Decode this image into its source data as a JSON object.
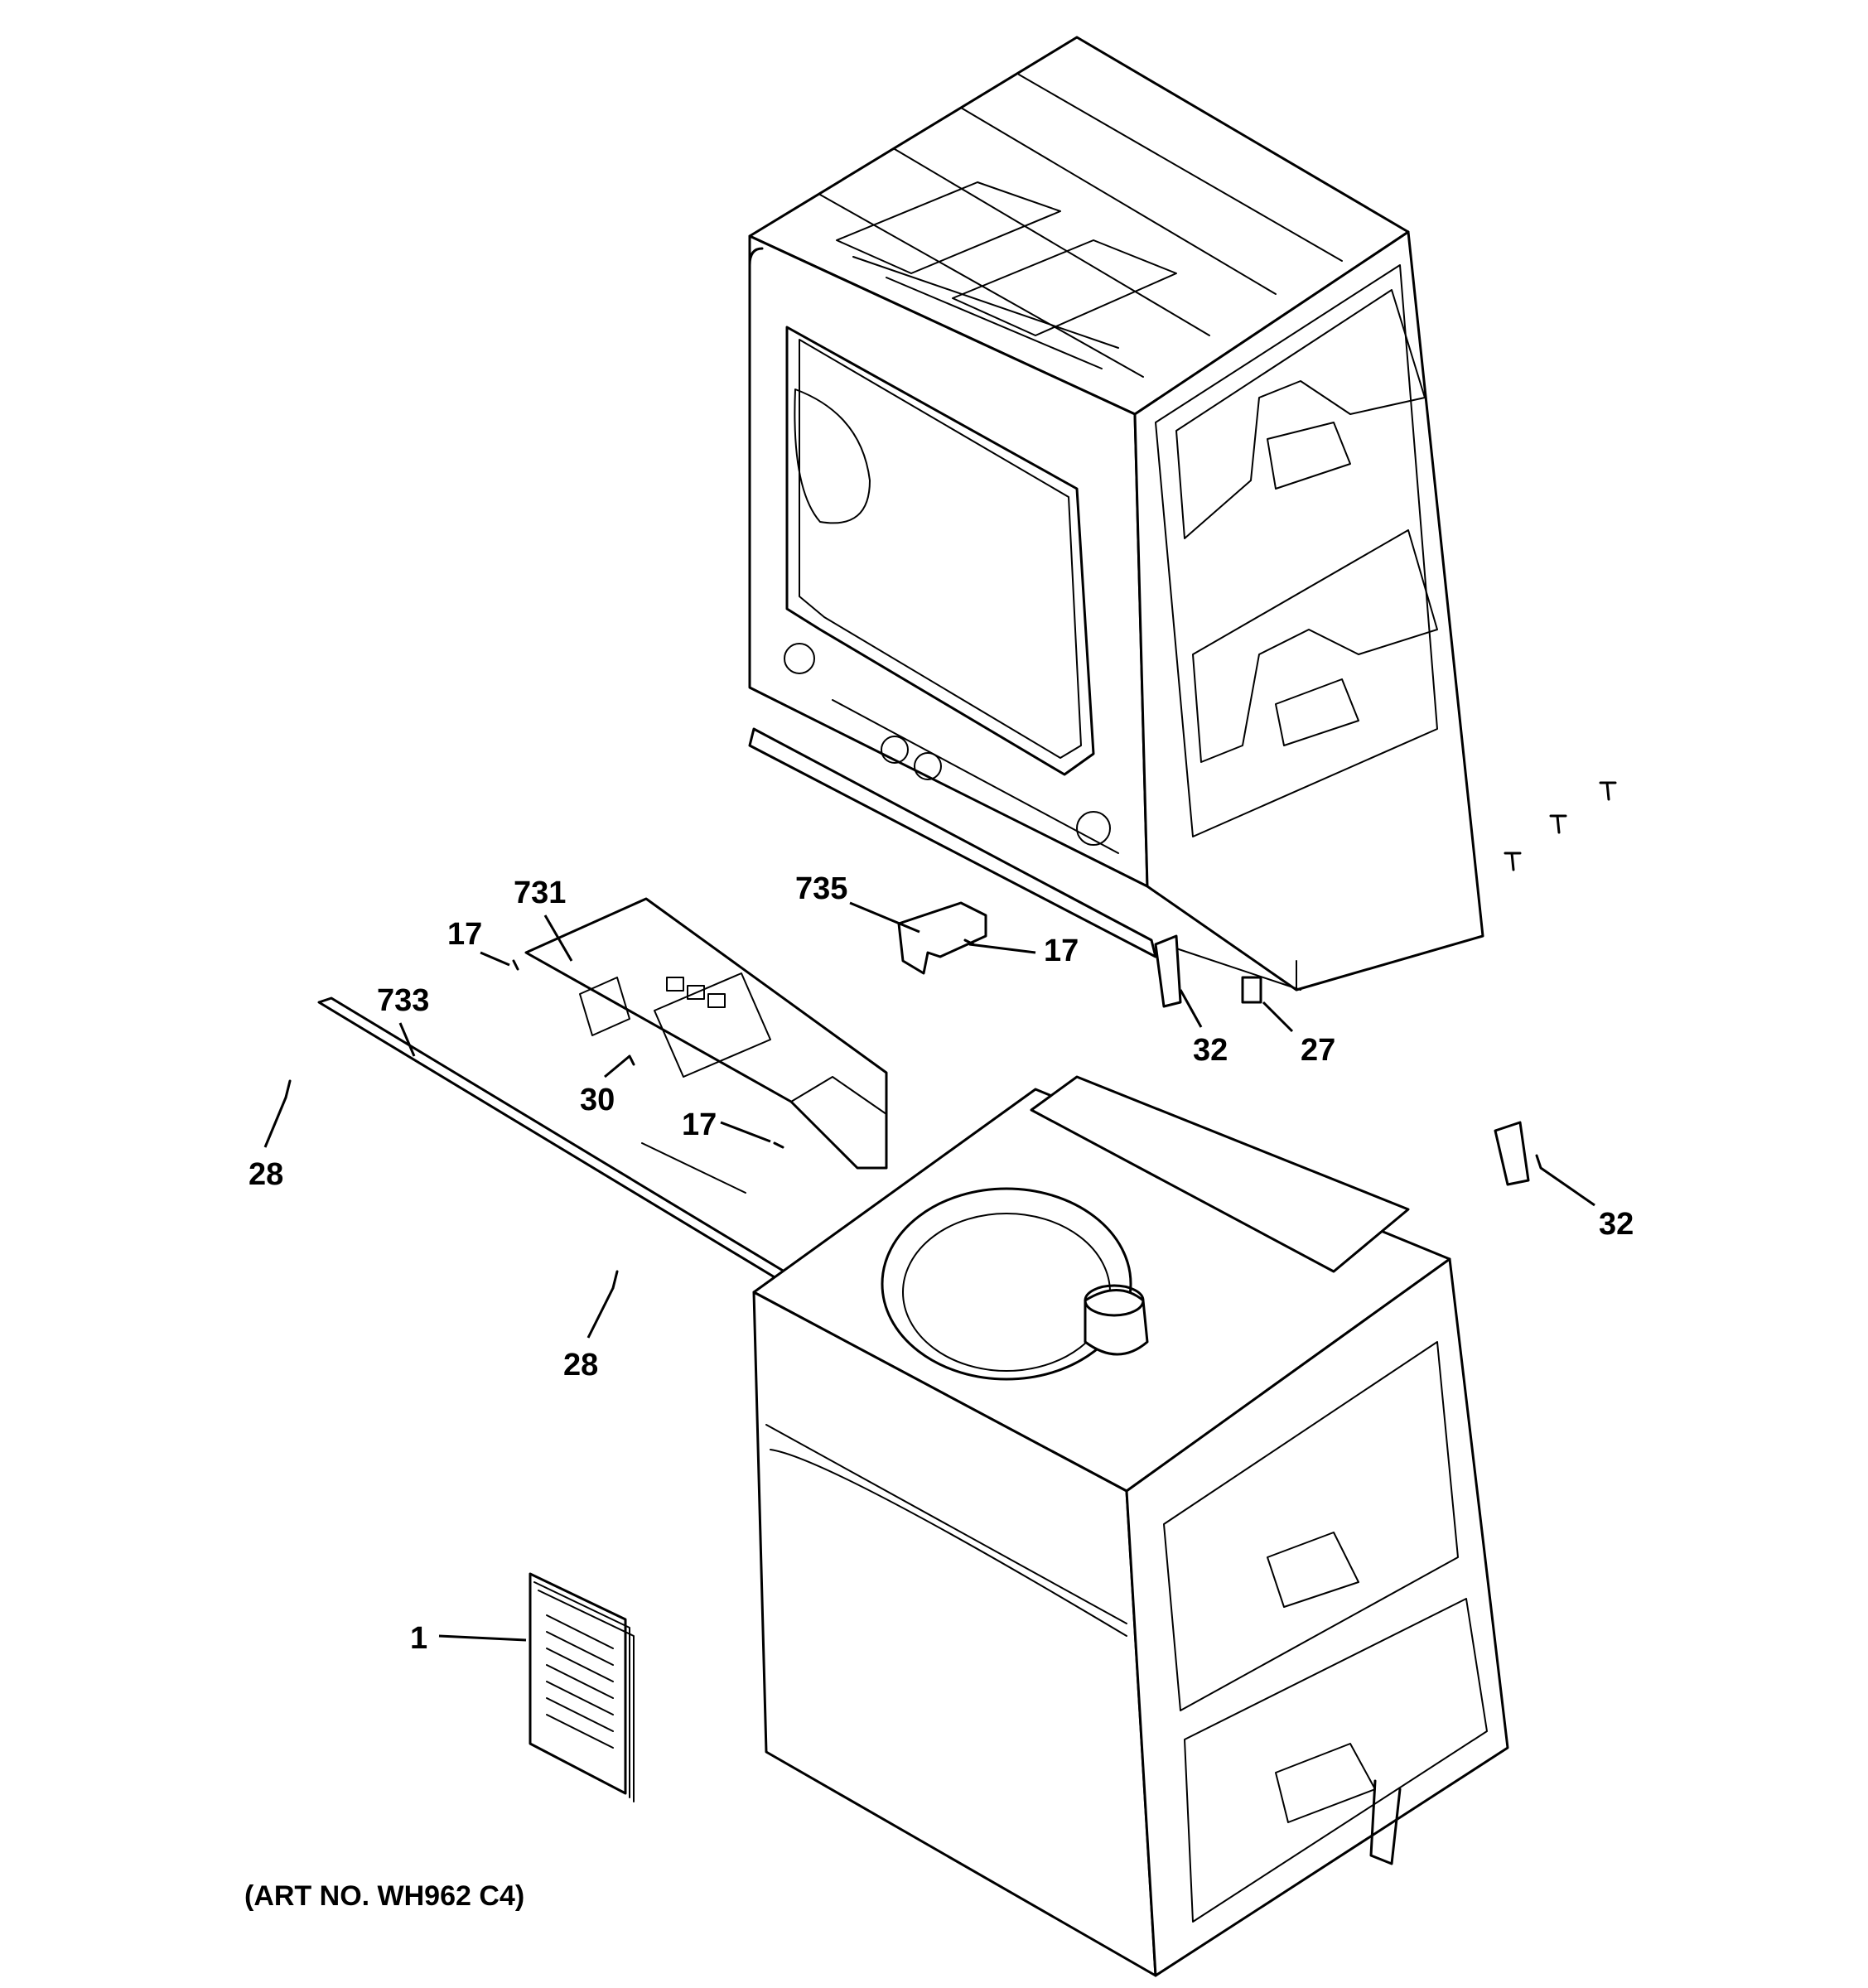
{
  "callouts": {
    "c731": "731",
    "c733": "733",
    "c735": "735",
    "c17a": "17",
    "c17b": "17",
    "c17c": "17",
    "c30": "30",
    "c28a": "28",
    "c28b": "28",
    "c32a": "32",
    "c32b": "32",
    "c27": "27",
    "c1": "1"
  },
  "art_number": "(ART NO. WH962 C4)"
}
